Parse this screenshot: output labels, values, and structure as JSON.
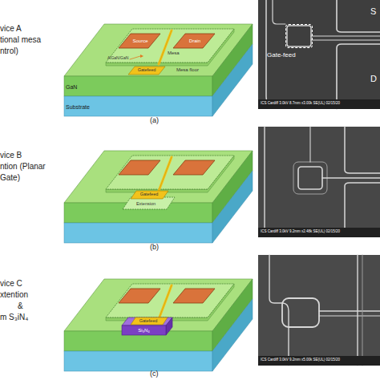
{
  "diagram": {
    "nodes": [
      {
        "text": [
          "Source"
        ]
      },
      {
        "text": [
          "Drain"
        ]
      },
      {
        "text": [
          "Gatefeed"
        ]
      },
      {
        "text": [
          "GaN"
        ]
      },
      {
        "text": [
          "Substrate"
        ]
      },
      {
        "text": [
          "Gate-feed"
        ]
      },
      {
        "text": [
          "Gatefeed"
        ]
      },
      {
        "text": [
          "Extension"
        ]
      },
      {
        "text": [
          "Si₃N₄"
        ]
      },
      {
        "text": [
          "Gatefeed"
        ]
      }
    ],
    "labels": [
      "vice A",
      "tional mesa",
      "ntrol)",
      "Mesa",
      "AlGaN/GaN",
      "Mesa floor",
      "(a)",
      "S",
      "D",
      "ICS Cardiff 3.0kV 8.7mm x3.00k SE(UL) 02/15/20",
      "vice B",
      "ntion (Planar",
      "Gate)",
      "(b)",
      "ICS Cardiff 3.0kV 9.2mm x2.48k SE(UL) 02/15/20",
      "vice C",
      "xtention",
      "&",
      "m S₃iN₄",
      "(c)",
      "ICS Cardiff 3.0kV 9.2mm x5.00k SE(UL) 02/15/20"
    ]
  }
}
